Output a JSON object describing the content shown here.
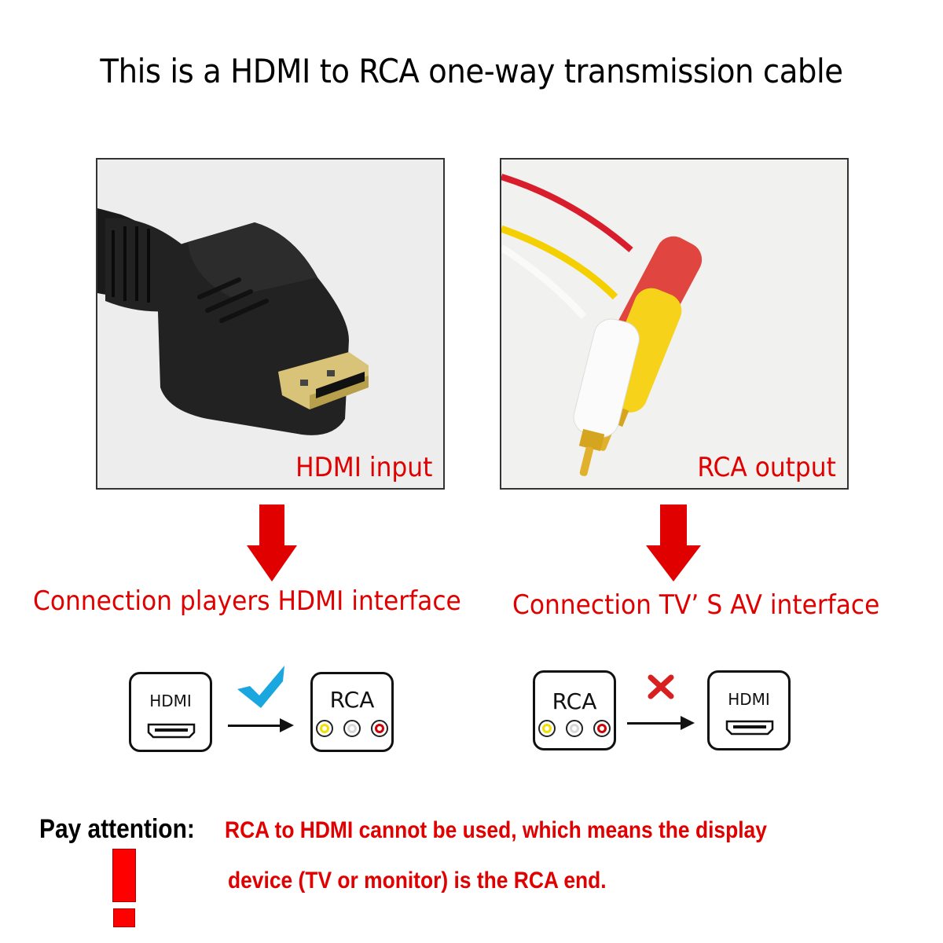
{
  "title": "This is a HDMI to RCA one-way transmission cable",
  "panels": {
    "left": {
      "label": "HDMI input",
      "image": "hdmi-connector-photo",
      "caption": "Connection players HDMI interface"
    },
    "right": {
      "label": "RCA output",
      "image": "rca-connectors-photo",
      "caption": "Connection TV’  S AV interface"
    }
  },
  "diagrams": {
    "valid": {
      "from_label": "HDMI",
      "to_label": "RCA",
      "status_icon": "checkmark-icon",
      "status_color": "#1aa7e0"
    },
    "invalid": {
      "from_label": "RCA",
      "to_label": "HDMI",
      "status_icon": "cross-icon",
      "status_color": "#e02020"
    }
  },
  "rca_colors": [
    "#f2e000",
    "#d8d8d8",
    "#d00000"
  ],
  "notice": {
    "label": "Pay attention:",
    "line1": "RCA to HDMI cannot be used, which means the display",
    "line2": "device (TV or monitor) is the RCA end.",
    "icon": "exclamation-icon"
  },
  "colors": {
    "accent_red": "#e00000",
    "text_black": "#000000"
  }
}
